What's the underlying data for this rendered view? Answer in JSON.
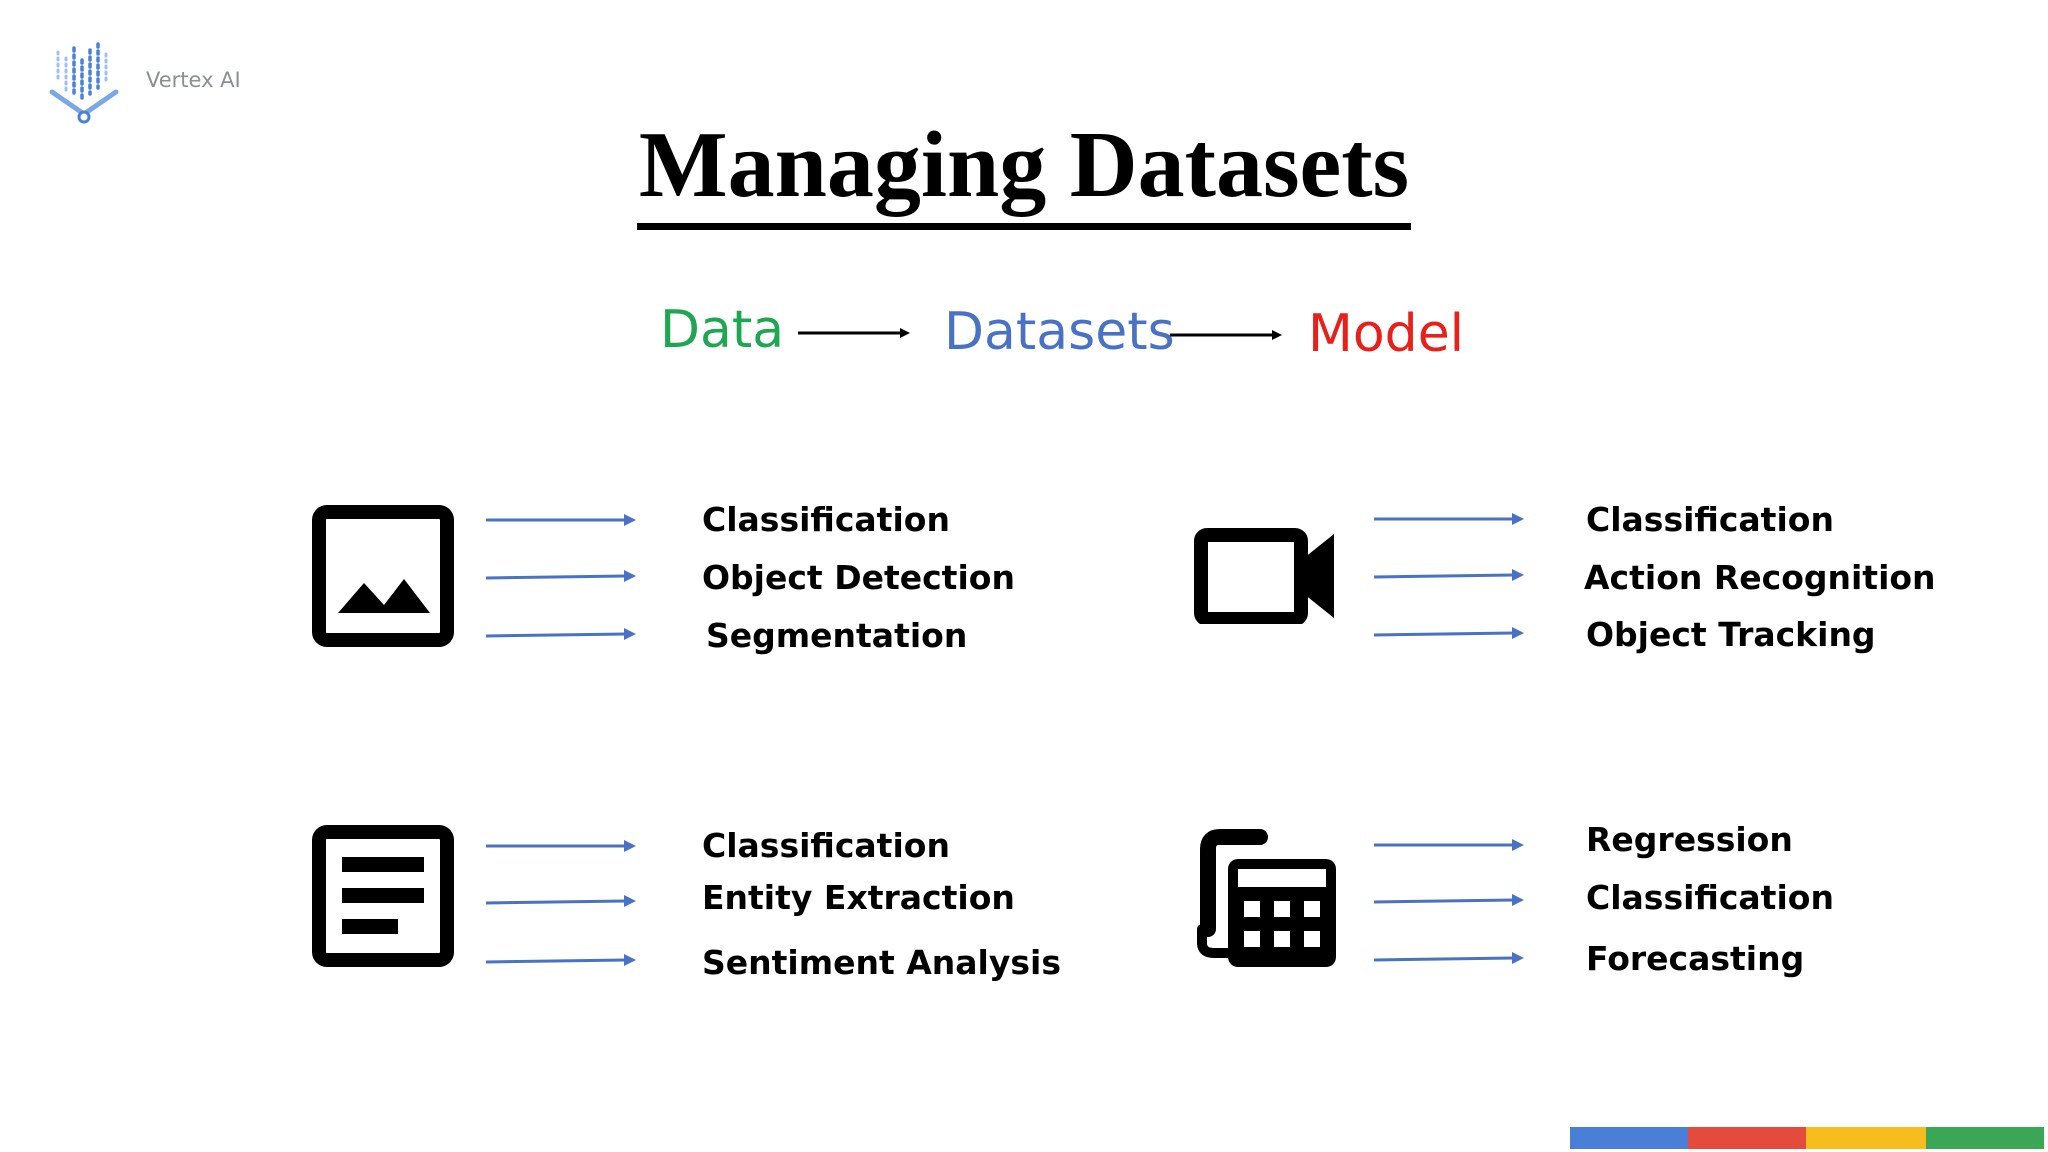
{
  "brand": {
    "name": "Vertex AI"
  },
  "title": "Managing Datasets",
  "flow": [
    {
      "label": "Data",
      "color": "#1ea652"
    },
    {
      "label": "Datasets",
      "color": "#4a72c4"
    },
    {
      "label": "Model",
      "color": "#e8201b"
    }
  ],
  "categories": [
    {
      "icon": "image-icon",
      "tasks": [
        "Classification",
        "Object Detection",
        "Segmentation"
      ]
    },
    {
      "icon": "video-camera-icon",
      "tasks": [
        "Classification",
        "Action Recognition",
        "Object Tracking"
      ]
    },
    {
      "icon": "text-document-icon",
      "tasks": [
        "Classification",
        "Entity Extraction",
        "Sentiment Analysis"
      ]
    },
    {
      "icon": "tabular-calculator-icon",
      "tasks": [
        "Regression",
        "Classification",
        "Forecasting"
      ]
    }
  ],
  "colors": {
    "arrow": "#4a72c4",
    "stripe": [
      "#4a7fd8",
      "#e54b3c",
      "#f6bd1d",
      "#3ca657"
    ]
  }
}
